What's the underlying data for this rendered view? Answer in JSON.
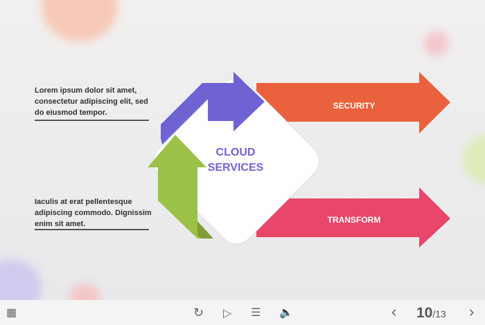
{
  "text_blocks": [
    "Lorem ipsum dolor sit amet, consectetur adipiscing elit, sed do eiusmod tempor.",
    "Iaculis at erat pellentesque adipiscing commodo. Dignissim enim sit amet."
  ],
  "center": {
    "line1": "CLOUD",
    "line2": "SERVICES"
  },
  "arrows": {
    "security": "SECURITY",
    "transform": "TRANSFORM"
  },
  "colors": {
    "purple": "#6f63d3",
    "green": "#9bc147",
    "orange": "#ea623d",
    "pink": "#e8466a"
  },
  "player": {
    "current": "10",
    "total": "/13"
  }
}
